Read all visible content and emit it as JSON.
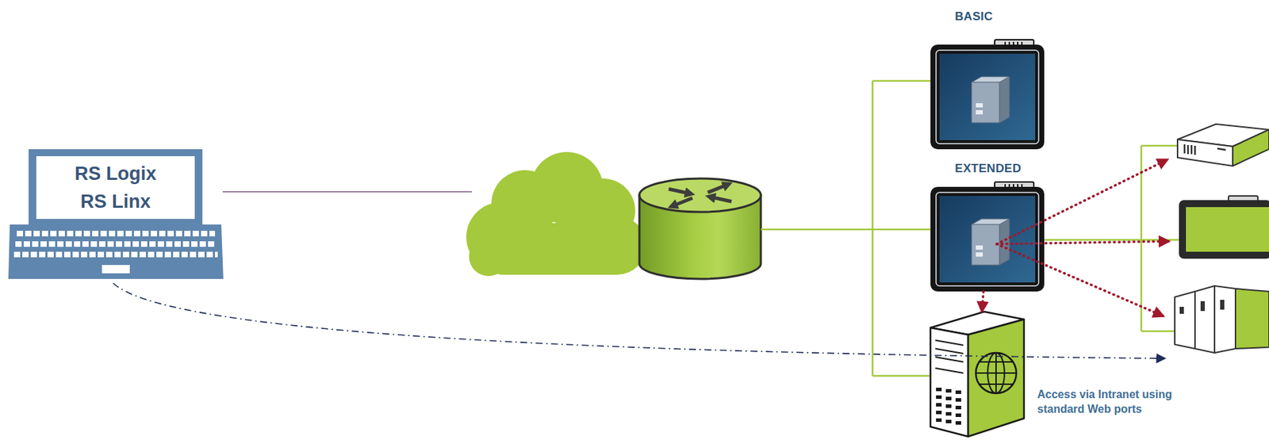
{
  "diagram": {
    "nodes": [
      {
        "text": [
          "RS Logix",
          "RS Linx"
        ]
      },
      {
        "text": [
          "BASIC"
        ]
      },
      {
        "text": [
          "EXTENDED"
        ]
      },
      {
        "text": [
          "Access via Intranet using standard Web ports"
        ]
      }
    ],
    "edges": [
      {
        "from": 2,
        "to": 3,
        "arrow": "to"
      }
    ]
  }
}
